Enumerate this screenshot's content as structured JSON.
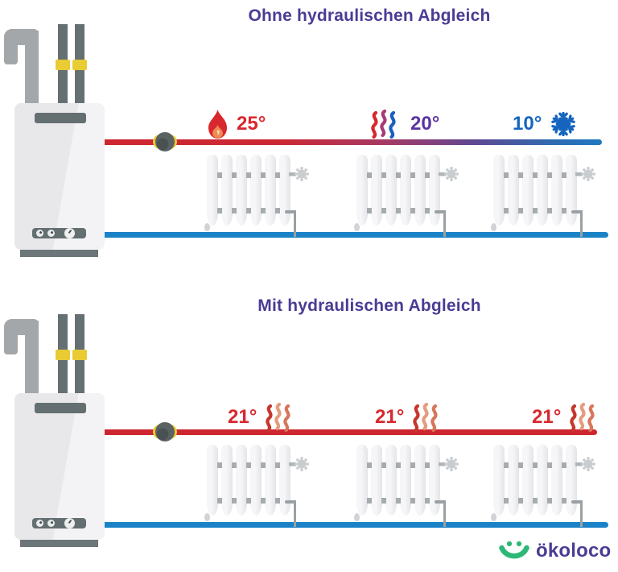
{
  "panels": [
    {
      "title": "Ohne hydraulischen Abgleich",
      "radiator_labels": [
        {
          "temp": "25°",
          "icon": "flame-icon",
          "temp_color_key": "hot_red"
        },
        {
          "temp": "20°",
          "icon": "steam-cooling-icon",
          "temp_color_key": "warm_purple"
        },
        {
          "temp": "10°",
          "icon": "snowflake-icon",
          "temp_color_key": "cold_blue"
        }
      ]
    },
    {
      "title": "Mit hydraulischen Abgleich",
      "radiator_labels": [
        {
          "temp": "21°",
          "icon": "steam-warm-icon",
          "temp_color_key": "hot_red"
        },
        {
          "temp": "21°",
          "icon": "steam-warm-icon",
          "temp_color_key": "hot_red"
        },
        {
          "temp": "21°",
          "icon": "steam-warm-icon",
          "temp_color_key": "hot_red"
        }
      ]
    }
  ],
  "logo": {
    "text": "ökoloco",
    "icon": "smiley-icon"
  },
  "colors": {
    "title_purple": "#4a3c94",
    "hot_red": "#d8272e",
    "warm_purple": "#5a34a0",
    "cold_blue": "#1565c0",
    "supply_red": "#cd2630",
    "supply_gradient_mid": "#5f4790",
    "supply_gradient_end": "#1e7ac0",
    "return_blue": "#1a82c6",
    "valve_yellow": "#e9cb33",
    "brand_green": "#2eb878",
    "flame_core": "#ef8a50",
    "flame_glow": "#f9ddc4",
    "steam_cooling": [
      "#d8272e",
      "#a83a74",
      "#1b5fc0"
    ],
    "steam_warm": [
      "#c5372c",
      "#e59c7d",
      "#d7765a"
    ]
  }
}
